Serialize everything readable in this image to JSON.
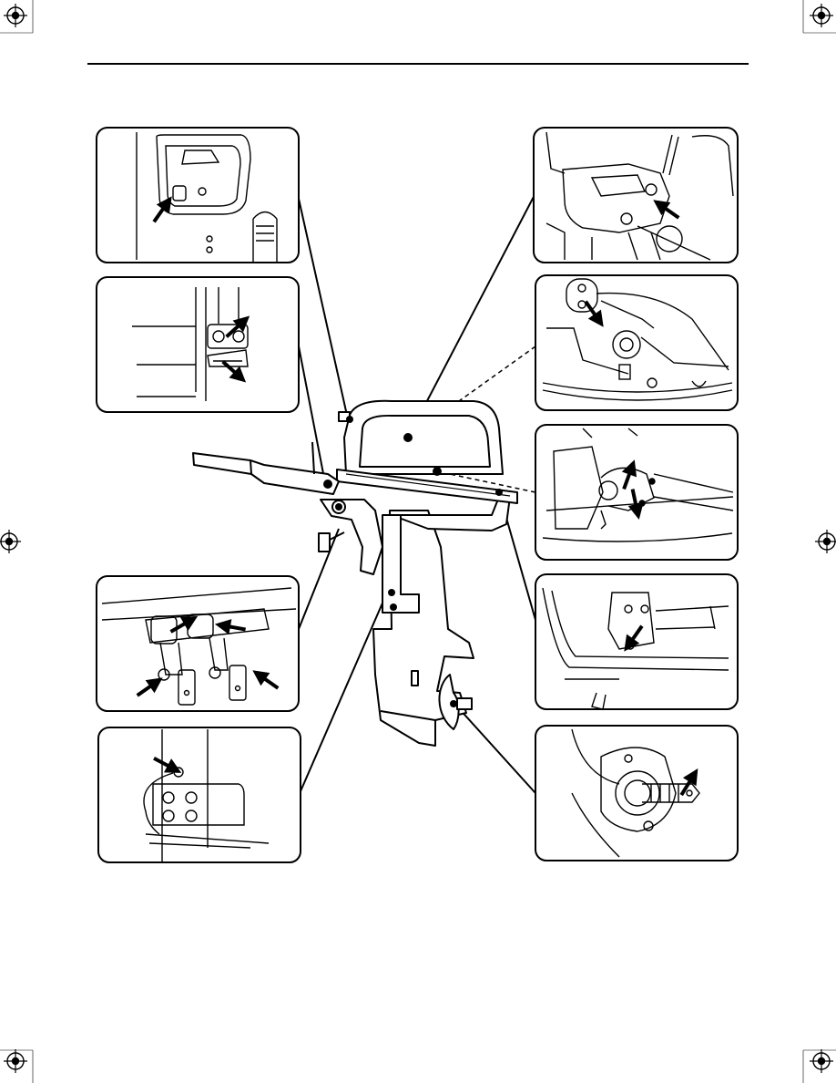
{
  "page": {
    "header_rule": true,
    "background": "#ffffff",
    "ink": "#000000"
  },
  "diagram": {
    "subject": "outboard-motor-lubrication-points",
    "detail_panels": [
      {
        "id": "choke-knob-panel",
        "side": "left",
        "arrows": 1
      },
      {
        "id": "cowling-latch-panel",
        "side": "left",
        "arrows": 2
      },
      {
        "id": "swivel-bracket-panel",
        "side": "left",
        "arrows": 4
      },
      {
        "id": "clamp-bracket-panel",
        "side": "left",
        "arrows": 1
      },
      {
        "id": "throttle-link-panel",
        "side": "right",
        "arrows": 1
      },
      {
        "id": "throttle-cam-panel",
        "side": "right",
        "arrows": 1
      },
      {
        "id": "throttle-cable-panel",
        "side": "right",
        "arrows": 2
      },
      {
        "id": "shift-rod-panel",
        "side": "right",
        "arrows": 1
      },
      {
        "id": "propeller-shaft-panel",
        "side": "right",
        "arrows": 1
      }
    ],
    "icons": [
      "registration-mark-icon",
      "arrow-icon"
    ]
  }
}
